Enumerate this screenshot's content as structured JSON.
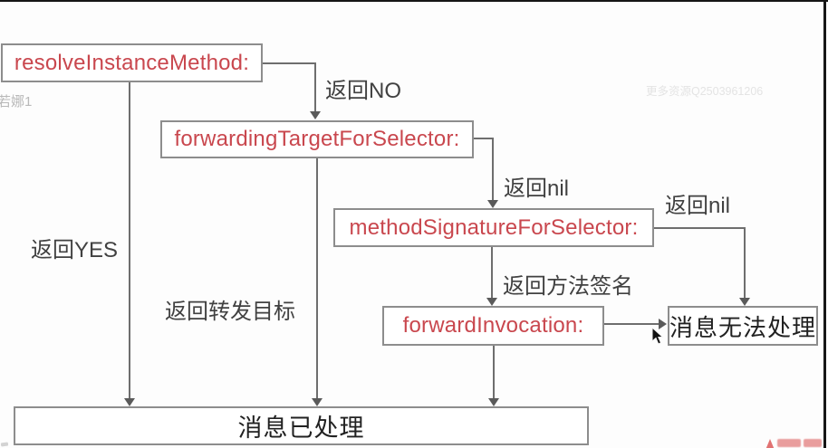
{
  "diagram": {
    "nodes": {
      "resolve_instance_method": {
        "label": "resolveInstanceMethod:"
      },
      "forwarding_target_for_selector": {
        "label": "forwardingTargetForSelector:"
      },
      "method_signature_for_selector": {
        "label": "methodSignatureForSelector:"
      },
      "forward_invocation": {
        "label": "forwardInvocation:"
      },
      "message_unhandled": {
        "label": "消息无法处理"
      },
      "message_handled": {
        "label": "消息已处理"
      }
    },
    "edges": {
      "return_no": {
        "label": "返回NO"
      },
      "return_yes": {
        "label": "返回YES"
      },
      "return_nil_to_signature": {
        "label": "返回nil"
      },
      "return_nil_to_unhandled": {
        "label": "返回nil"
      },
      "return_forward_target": {
        "label": "返回转发目标"
      },
      "return_method_signature": {
        "label": "返回方法签名"
      }
    },
    "colors": {
      "method_name_text": "#c9474e",
      "box_border": "#8d8d8d",
      "arrow_line": "#6e6e6e",
      "edge_label_text": "#414141",
      "terminal_text": "#212121",
      "screen_border": "#161616",
      "logo_red": "#d94f4f"
    }
  },
  "watermarks": {
    "viewer_name": "若娜1",
    "resource_ad": "更多资源Q2503961206"
  }
}
